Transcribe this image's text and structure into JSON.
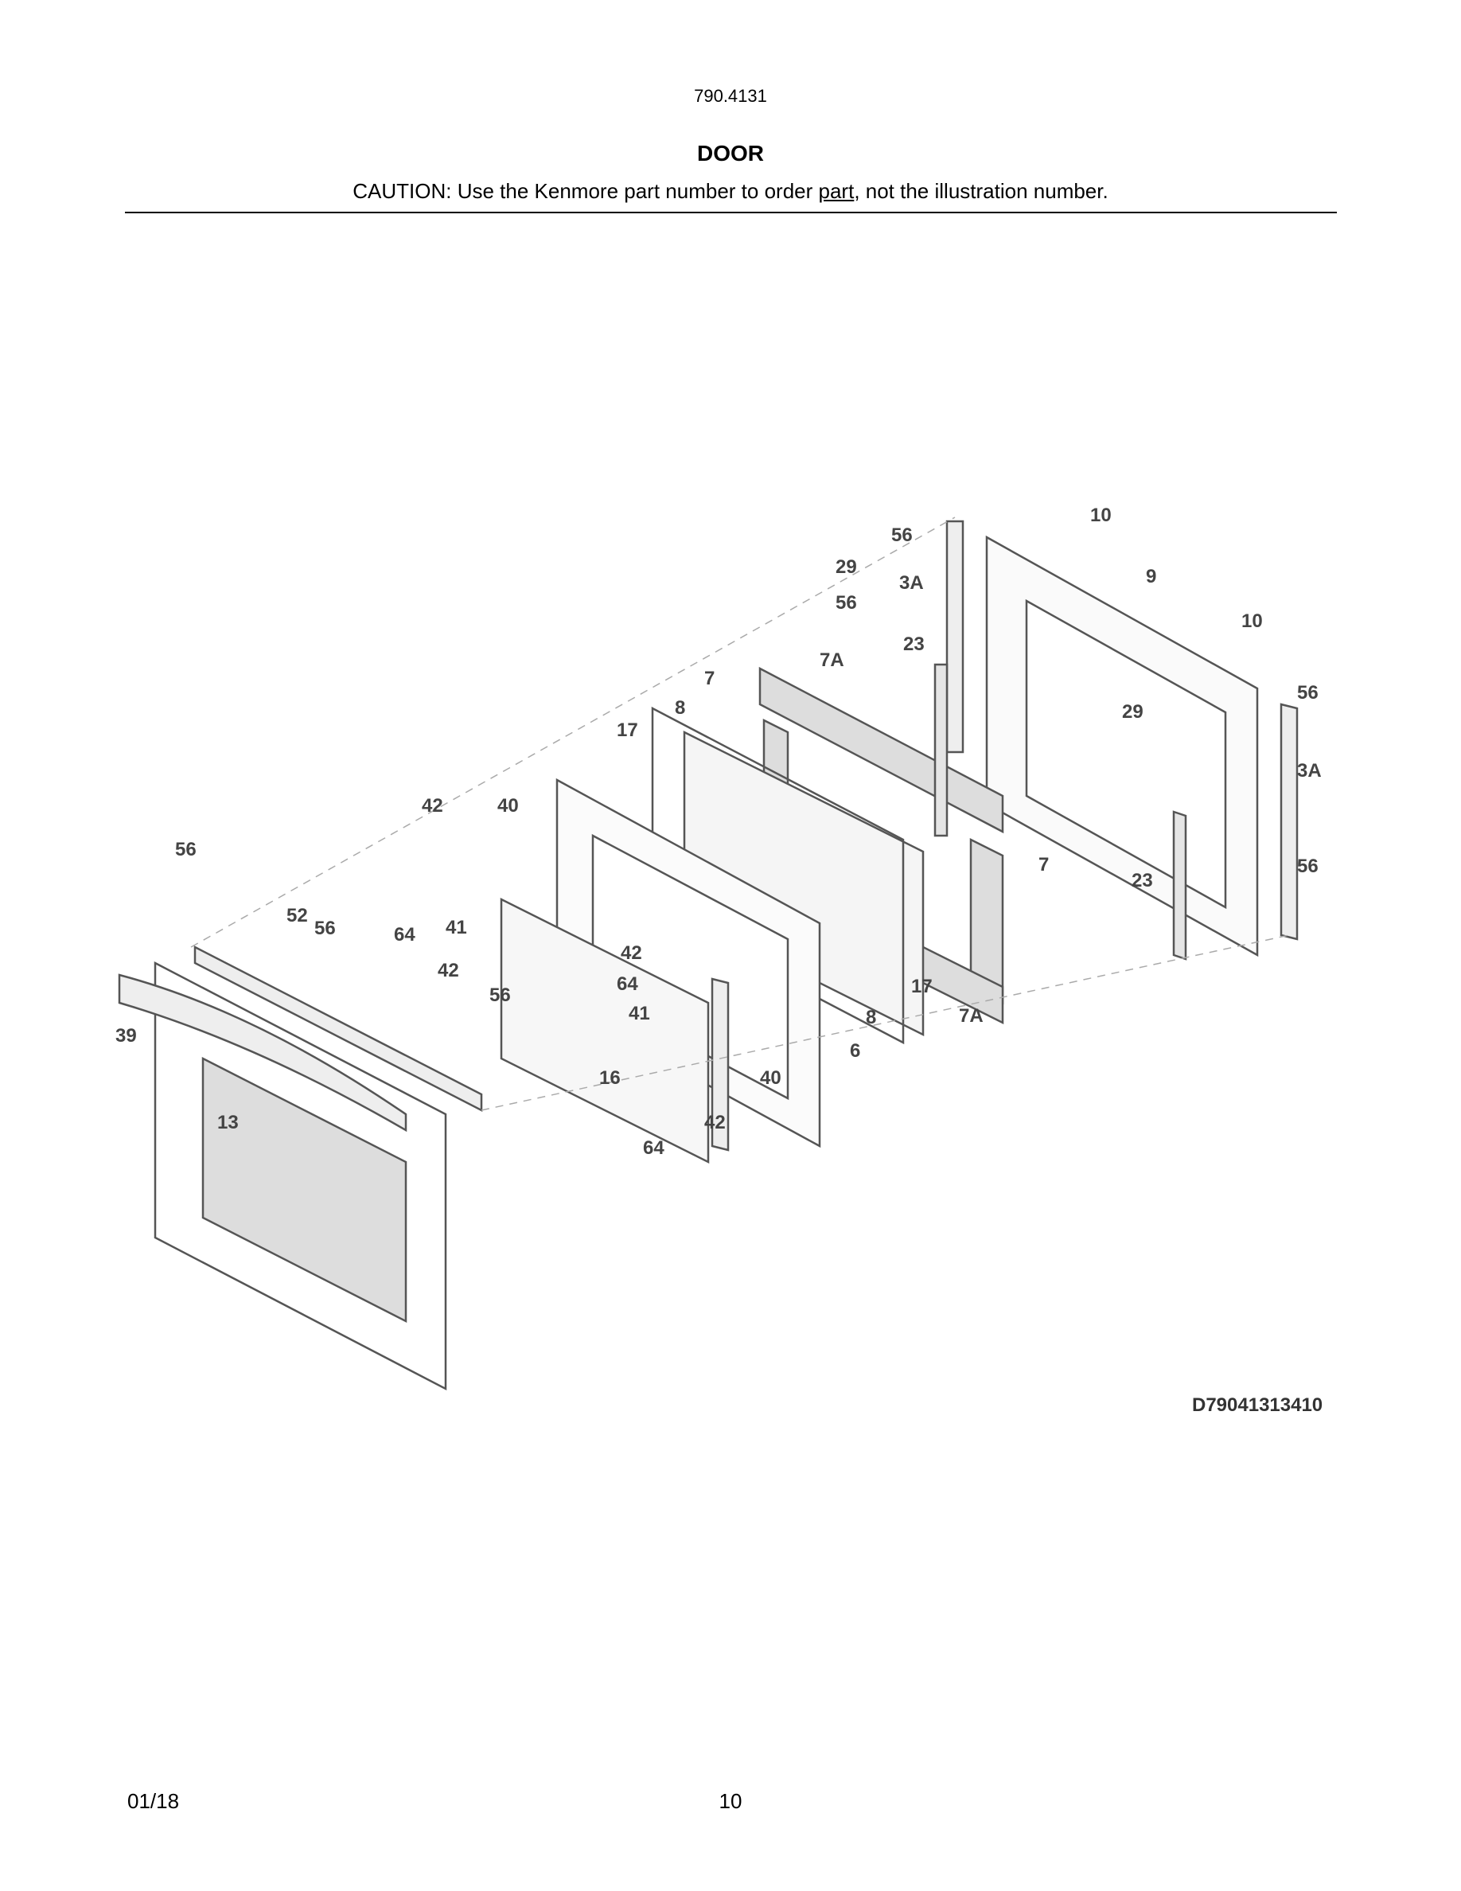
{
  "header": {
    "model_number": "790.4131",
    "title": "DOOR",
    "caution_before": "CAUTION: Use the Kenmore part number to order ",
    "caution_underlined": "part",
    "caution_after": ", not the illustration number."
  },
  "diagram": {
    "callouts": [
      "56",
      "10",
      "29",
      "3A",
      "9",
      "56",
      "10",
      "7A",
      "23",
      "7",
      "56",
      "8",
      "29",
      "17",
      "3A",
      "42",
      "40",
      "56",
      "7",
      "56",
      "23",
      "52",
      "56",
      "41",
      "64",
      "42",
      "42",
      "64",
      "17",
      "56",
      "41",
      "7A",
      "8",
      "39",
      "6",
      "16",
      "40",
      "42",
      "64",
      "13"
    ],
    "diagram_code": "D79041313410"
  },
  "footer": {
    "date": "01/18",
    "page": "10"
  }
}
